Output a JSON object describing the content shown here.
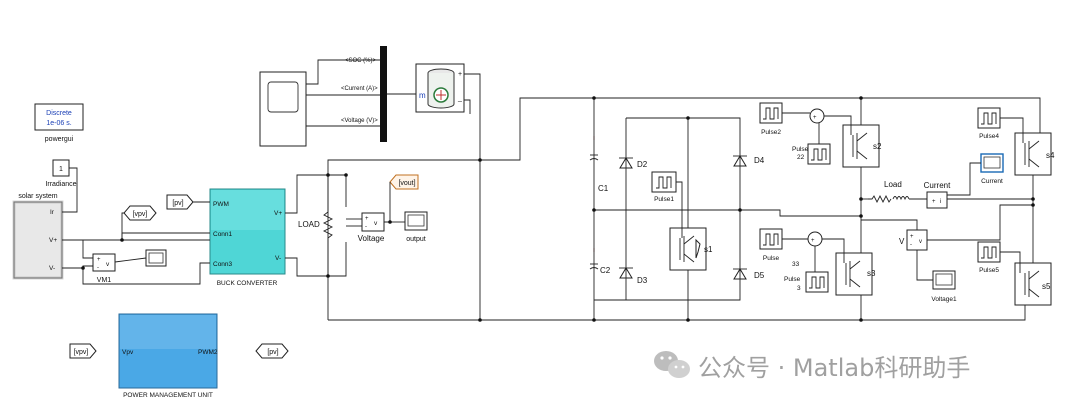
{
  "powergui": {
    "mode_line1": "Discrete",
    "mode_line2": "1e-06 s.",
    "label": "powergui"
  },
  "irradiance": {
    "value": "1",
    "label": "Irradiance"
  },
  "solar": {
    "label": "solar system",
    "port_ir": "Ir",
    "port_vp": "V+",
    "port_vm": "V-"
  },
  "tags": {
    "vpv": "[vpv]",
    "pv": "[pv]",
    "vout": "[vout]"
  },
  "vm1": {
    "label": "VM1",
    "plus": "+",
    "minus": "-",
    "v": "v"
  },
  "buck": {
    "label": "BUCK CONVERTER",
    "pwm": "PWM",
    "conn1": "Conn1",
    "conn3": "Conn3",
    "vplus": "V+",
    "vminus": "V-"
  },
  "load_left": {
    "label": "LOAD"
  },
  "voltage_meas": {
    "label": "Voltage",
    "v": "v"
  },
  "output_scope": {
    "label": "output"
  },
  "pmu": {
    "label": "POWER MANAGEMENT UNIT",
    "in_port": "Vpv",
    "out_port": "PWM2"
  },
  "battery": {
    "soc": "<SOC (%)>",
    "current": "<Current (A)>",
    "voltage": "<Voltage (V)>",
    "m": "m",
    "plus": "+",
    "minus": "_"
  },
  "inverter": {
    "c1": "C1",
    "c2": "C2",
    "d2": "D2",
    "d3": "D3",
    "d4": "D4",
    "d5": "D5",
    "pulse1": "Pulse1",
    "pulse2": "Pulse2",
    "pulse22": "Pulse\n22",
    "pulse33": "Pulse\n33",
    "pulse3": "3",
    "pulse4": "Pulse4",
    "pulse5": "Pulse5",
    "s1": "s1",
    "s2": "s2",
    "s3": "s3",
    "s4": "s4",
    "s5": "s5",
    "load": "Load",
    "current": "Current",
    "current_scope": "Current",
    "v": "V",
    "voltage1": "Voltage1"
  },
  "watermark": {
    "text": "公众号 · Matlab科研助手"
  }
}
